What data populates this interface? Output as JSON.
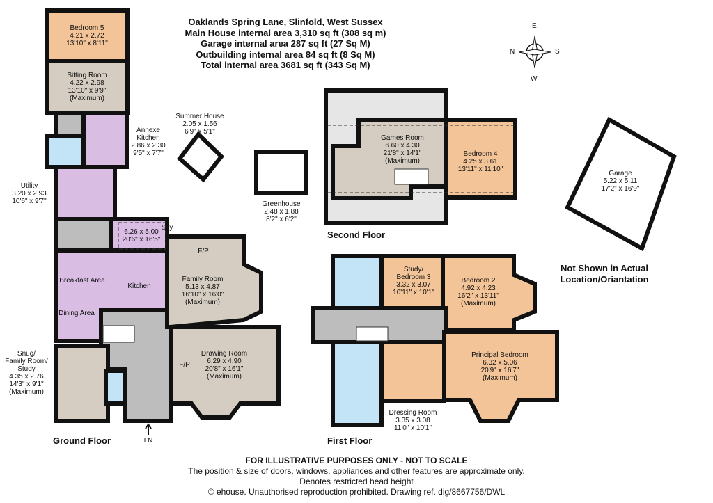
{
  "header": {
    "address": "Oaklands Spring Lane, Slinfold, West Sussex",
    "areas": [
      "Main House internal area 3,310 sq ft (308 sq m)",
      "Garage internal area 287 sq ft (27 Sq M)",
      "Outbuilding internal area 84 sq ft (8 Sq M)",
      "Total internal area 3681 sq ft (343 Sq M)"
    ]
  },
  "compass": {
    "n": "N",
    "e": "E",
    "s": "S",
    "w": "W"
  },
  "colors": {
    "bedroom": "#f2c497",
    "living": "#d5cdc1",
    "kitchen": "#d9bde3",
    "hall": "#bdbdbd",
    "bath": "#c3e4f6",
    "restricted": "#e6e6e6",
    "wall": "#111111"
  },
  "floors": {
    "ground": "Ground Floor",
    "first": "First Floor",
    "second": "Second Floor"
  },
  "entrance": "I N",
  "fireplace": "F/P",
  "sky": "Sky",
  "rooms": {
    "bedroom5": [
      "Bedroom 5",
      "4.21 x 2.72",
      "13'10\" x 8'11\""
    ],
    "sitting": [
      "Sitting Room",
      "4.22 x 2.98",
      "13'10\" x 9'9\"",
      "(Maximum)"
    ],
    "annexe_kitchen": [
      "Annexe",
      "Kitchen",
      "2.86 x 2.30",
      "9'5\" x 7'7\""
    ],
    "utility": [
      "Utility",
      "3.20 x 2.93",
      "10'6\" x 9'7\""
    ],
    "kitchen_dims": [
      "6.26 x 5.00",
      "20'6\" x 16'5\""
    ],
    "breakfast": "Breakfast Area",
    "kitchen": "Kitchen",
    "dining": "Dining Area",
    "snug": [
      "Snug/",
      "Family Room/",
      "Study",
      "4.35 x 2.76",
      "14'3\" x 9'1\"",
      "(Maximum)"
    ],
    "family": [
      "Family Room",
      "5.13 x 4.87",
      "16'10\" x 16'0\"",
      "(Maximum)"
    ],
    "drawing": [
      "Drawing Room",
      "6.29 x 4.90",
      "20'8\" x 16'1\"",
      "(Maximum)"
    ],
    "summer_house": [
      "Summer House",
      "2.05 x 1.56",
      "6'9\" x 5'1\""
    ],
    "greenhouse": [
      "Greenhouse",
      "2.48 x 1.88",
      "8'2\" x 6'2\""
    ],
    "games": [
      "Games Room",
      "6.60 x 4.30",
      "21'8\" x 14'1\"",
      "(Maximum)"
    ],
    "bedroom4": [
      "Bedroom 4",
      "4.25 x 3.61",
      "13'11\" x 11'10\""
    ],
    "garage": [
      "Garage",
      "5.22 x 5.11",
      "17'2\" x 16'9\""
    ],
    "study": [
      "Study/",
      "Bedroom 3",
      "3.32 x 3.07",
      "10'11\" x 10'1\""
    ],
    "bedroom2": [
      "Bedroom 2",
      "4.92 x 4.23",
      "16'2\" x 13'11\"",
      "(Maximum)"
    ],
    "principal": [
      "Principal Bedroom",
      "6.32 x 5.06",
      "20'9\" x 16'7\"",
      "(Maximum)"
    ],
    "dressing": [
      "Dressing Room",
      "3.35 x 3.08",
      "11'0\" x 10'1\""
    ]
  },
  "not_shown": [
    "Not Shown in Actual",
    "Location/Oriantation"
  ],
  "footer": [
    "FOR ILLUSTRATIVE PURPOSES ONLY - NOT TO SCALE",
    "The position & size of doors, windows, appliances and other features are approximate only.",
    "Denotes restricted head height",
    "© ehouse. Unauthorised reproduction prohibited. Drawing ref. dig/8667756/DWL"
  ]
}
